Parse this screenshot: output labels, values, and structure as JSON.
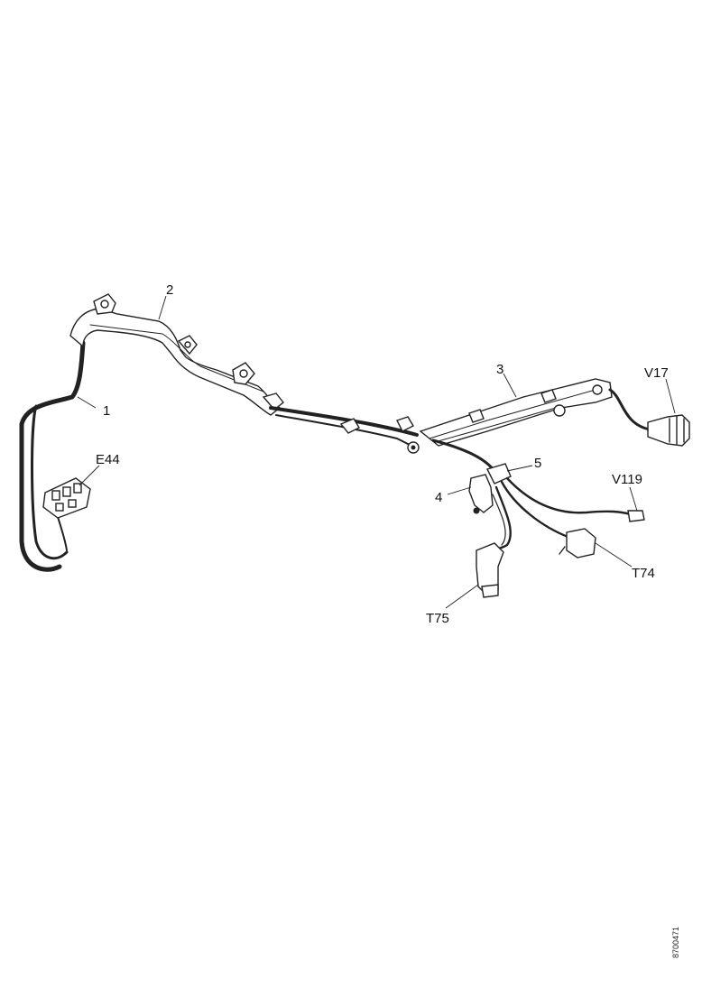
{
  "diagram": {
    "callouts": {
      "c1": "1",
      "c2": "2",
      "c3": "3",
      "c4": "4",
      "c5": "5",
      "e44": "E44",
      "v17": "V17",
      "v119": "V119",
      "t74": "T74",
      "t75": "T75"
    },
    "document_id": "8700471"
  }
}
